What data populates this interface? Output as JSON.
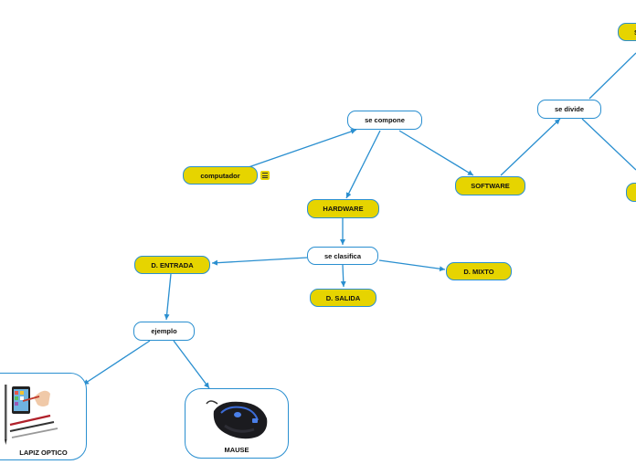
{
  "nodes": {
    "computador": "computador",
    "se_compone": "se compone",
    "hardware": "HARDWARE",
    "software": "SOFTWARE",
    "se_divide": "se divide",
    "se_clasifica": "se clasifica",
    "d_entrada": "D. ENTRADA",
    "d_mixto": "D. MIXTO",
    "d_salida": "D. SALIDA",
    "ejemplo": "ejemplo",
    "lapiz_optico": "LAPIZ OPTICO",
    "mause": "MAUSE",
    "cut_top_right": "S"
  },
  "colors": {
    "topic": "#e6d400",
    "connector": "#2a8fd0"
  },
  "icons": [
    "note-icon",
    "tablet-stylus-image",
    "gaming-mouse-image"
  ]
}
